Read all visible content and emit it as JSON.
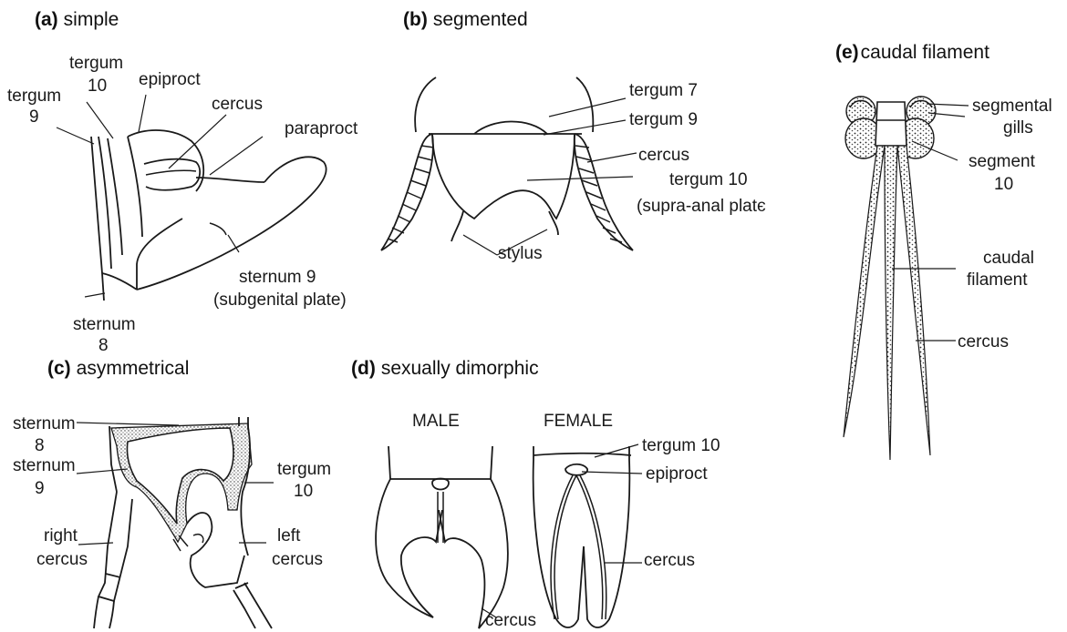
{
  "panels": {
    "a": {
      "letter": "(a)",
      "name": "simple",
      "labels": {
        "tergum9_1": "tergum",
        "tergum9_2": "9",
        "tergum10_1": "tergum",
        "tergum10_2": "10",
        "epiproct": "epiproct",
        "cercus": "cercus",
        "paraproct": "paraproct",
        "sternum9_1": "sternum 9",
        "sternum9_2": "(subgenital plate)",
        "sternum8_1": "sternum",
        "sternum8_2": "8"
      }
    },
    "b": {
      "letter": "(b)",
      "name": "segmented",
      "labels": {
        "tergum7": "tergum 7",
        "tergum9": "tergum 9",
        "cercus": "cercus",
        "tergum10_1": "tergum 10",
        "tergum10_2": "(supra-anal platє",
        "stylus": "stylus"
      }
    },
    "c": {
      "letter": "(c)",
      "name": "asymmetrical",
      "labels": {
        "sternum8_1": "sternum",
        "sternum8_2": "8",
        "sternum9_1": "sternum",
        "sternum9_2": "9",
        "tergum10_1": "tergum",
        "tergum10_2": "10",
        "right_cercus_1": "right",
        "right_cercus_2": "cercus",
        "left_cercus_1": "left",
        "left_cercus_2": "cercus"
      }
    },
    "d": {
      "letter": "(d)",
      "name": "sexually dimorphic",
      "labels": {
        "male": "MALE",
        "female": "FEMALE",
        "tergum10": "tergum 10",
        "epiproct": "epiproct",
        "cercus_female": "cercus",
        "cercus_male": "cercus"
      }
    },
    "e": {
      "letter": "(e)",
      "name": "caudal filament",
      "labels": {
        "gills_1": "segmental",
        "gills_2": "gills",
        "segment_1": "segment",
        "segment_2": "10",
        "filament_1": "caudal",
        "filament_2": "filament",
        "cercus": "cercus"
      }
    }
  }
}
